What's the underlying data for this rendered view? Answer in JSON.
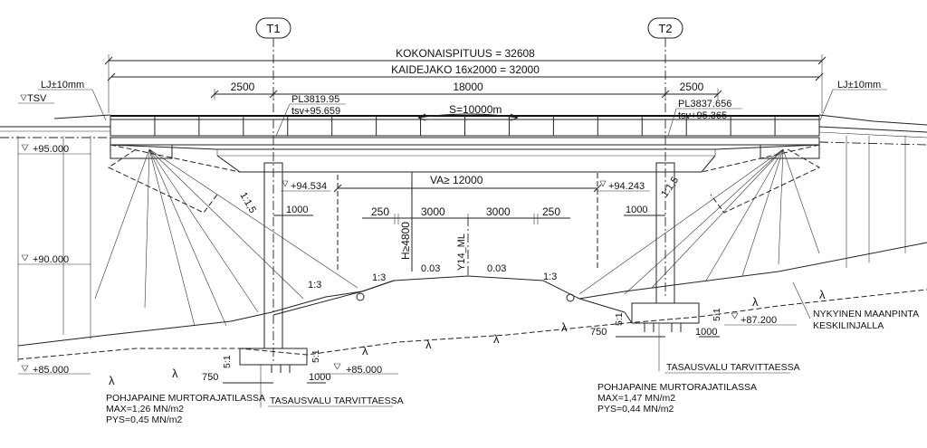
{
  "axes": {
    "t1": "T1",
    "t2": "T2"
  },
  "dimensions": {
    "total_length": "KOKONAISPITUUS = 32608",
    "railing_division": "KAIDEJAKO 16x2000 = 32000",
    "left_span": "2500",
    "main_span": "18000",
    "right_span": "2500",
    "clear_width": "VA≥ 12000",
    "clear_height": "H≥4800",
    "lane_left": "3000",
    "lane_right": "3000",
    "shoulder_left": "250",
    "shoulder_right": "250",
    "left_pier_offset": "1000",
    "right_pier_offset": "1000",
    "left_footing_width": "750",
    "left_footing_edge": "1000",
    "right_footing_width": "750",
    "right_footing_edge": "1000",
    "left_footing_ratio": "5:1",
    "left_footing_ratio_b": "5:1",
    "right_footing_ratio": "5:1",
    "right_footing_ratio_b": "5:1"
  },
  "expansion": {
    "left": "LJ±10mm",
    "right": "LJ±10mm"
  },
  "tsv_label": "TSV",
  "stations": {
    "left": "PL3819.95",
    "left_level": "tsv+95.659",
    "right": "PL3837.656",
    "right_level": "tsv+95.365"
  },
  "curve": "S=10000m",
  "levels": {
    "l95": "+95.000",
    "l90": "+90.000",
    "l85": "+85.000",
    "left_footing": "+85.000",
    "right_footing": "+87.200",
    "left_support": "+94.534",
    "right_support": "+94.243"
  },
  "slopes": {
    "left_pier": "1:1,5",
    "right_pier": "1:1,5",
    "left_embankment": "1:3",
    "left_ditch": "1:3",
    "right_ditch": "1:3",
    "crossfall_left": "0.03",
    "crossfall_right": "0.03"
  },
  "road_label": "Y14_ML",
  "ground": {
    "label_line1": "NYKYINEN MAANPINTA",
    "label_line2": "KESKILINJALLA",
    "marker": "λ"
  },
  "left_notes": {
    "heading": "POHJAPAINE MURTORAJATILASSA",
    "max": "MAX=1,26 MN/m2",
    "pys": "PYS=0,45 MN/m2",
    "tasausvalu": "TASAUSVALU TARVITTAESSA"
  },
  "right_notes": {
    "heading": "POHJAPAINE MURTORAJATILASSA",
    "max": "MAX=1,47 MN/m2",
    "pys": "PYS=0,44 MN/m2",
    "tasausvalu": "TASAUSVALU TARVITTAESSA"
  }
}
